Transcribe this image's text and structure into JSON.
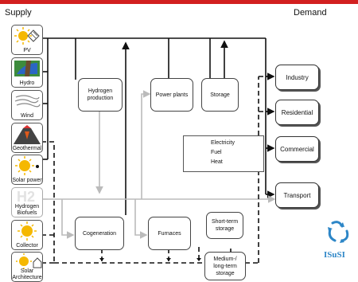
{
  "header": {
    "supply": "Supply",
    "demand": "Demand"
  },
  "sources": [
    {
      "label": "PV",
      "icon": "sun-icon"
    },
    {
      "label": "Hydro",
      "icon": "hydro-icon"
    },
    {
      "label": "Wind",
      "icon": "wind-icon"
    },
    {
      "label": "Geothermal",
      "icon": "volcano-icon"
    },
    {
      "label": "Solar power",
      "icon": "sun-icon"
    },
    {
      "label": "Hydrogen\nBiofuels",
      "icon": "h2-icon",
      "icon_text": "H2"
    },
    {
      "label": "Collector",
      "icon": "sun-icon"
    },
    {
      "label": "Solar\nArchitecture",
      "icon": "sun-icon"
    }
  ],
  "processes": {
    "hydrogen_production": "Hydrogen\nproduction",
    "power_plants": "Power plants",
    "storage": "Storage",
    "cogeneration": "Cogeneration",
    "furnaces": "Furnaces",
    "short_term_storage": "Short-term\nstorage",
    "medium_long_term_storage": "Medium-/\nlong-term\nstorage"
  },
  "demand": [
    "Industry",
    "Residential",
    "Commercial",
    "Transport"
  ],
  "legend": [
    {
      "label": "Electricity",
      "style": "solid",
      "color": "#111111"
    },
    {
      "label": "Fuel",
      "style": "solid",
      "color": "#bbbbbb"
    },
    {
      "label": "Heat",
      "style": "dashed",
      "color": "#111111"
    }
  ],
  "logo": {
    "text": "ISuSI",
    "color": "#2d86c7"
  },
  "colors": {
    "topbar": "#d21f1f",
    "electricity": "#111111",
    "fuel": "#bbbbbb",
    "heat": "#111111"
  }
}
